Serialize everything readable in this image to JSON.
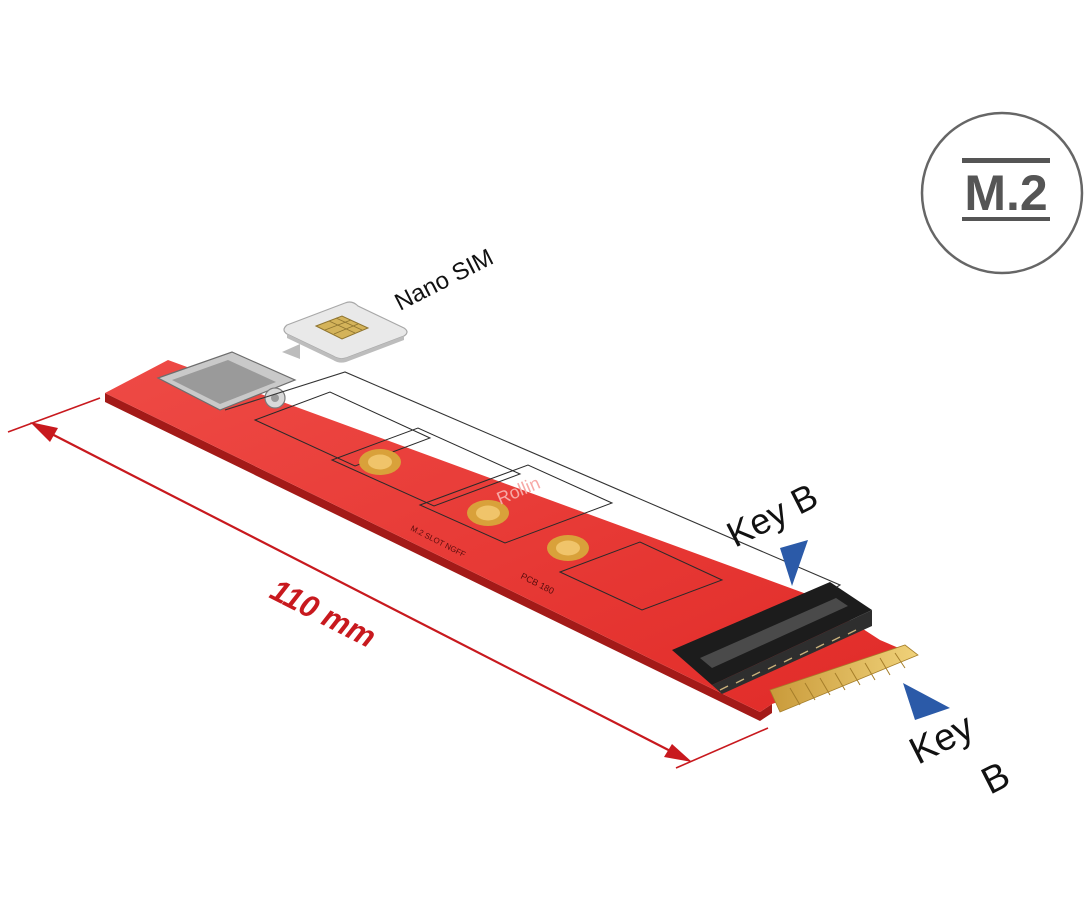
{
  "badge": {
    "text": "M.2"
  },
  "labels": {
    "nano_sim": "Nano SIM",
    "key_b_top": "Key B",
    "key_b_bottom_1": "Key",
    "key_b_bottom_2": "B",
    "dimension": "110 mm"
  },
  "pcb_silkscreen": {
    "brand": "Rollin",
    "mark_1": "PCB 180",
    "mark_2": "M.2 SLOT NGFF"
  },
  "colors": {
    "pcb_red": "#e8322e",
    "pcb_dark": "#b31e1e",
    "dimension_red": "#c8191e",
    "key_arrow_blue": "#2b5aa8",
    "badge_gray": "#555555",
    "gold_contacts": "#d8b45a",
    "connector_black": "#1c1c1c"
  }
}
